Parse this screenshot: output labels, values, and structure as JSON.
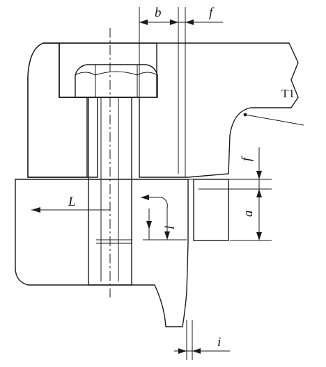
{
  "drawing": {
    "labels": {
      "b": "b",
      "f_top": "f",
      "f_side": "f",
      "a": "a",
      "L": "L",
      "l_inner": "l",
      "i": "i",
      "T1": "T1"
    },
    "colors": {
      "line": "#1a1a1a",
      "background": "#ffffff"
    }
  }
}
